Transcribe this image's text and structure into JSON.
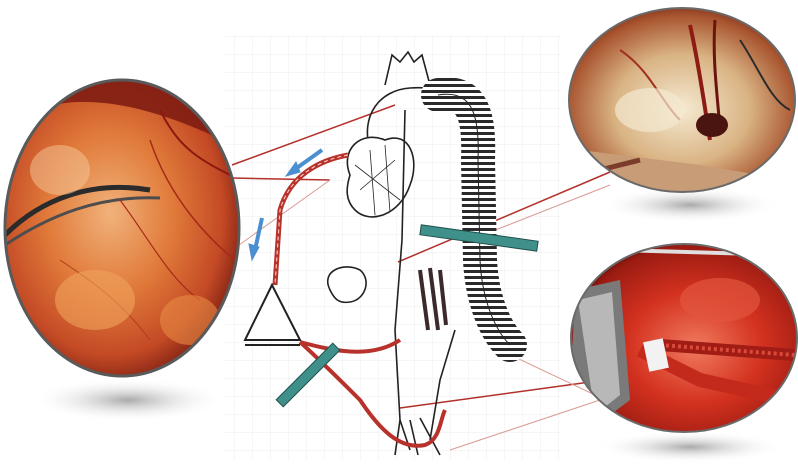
{
  "figure": {
    "description_visible_text": "",
    "panels": [
      {
        "id": "left-photo",
        "subject": "surgical-field-photo"
      },
      {
        "id": "top-right-photo",
        "subject": "surgical-field-photo"
      },
      {
        "id": "bottom-right-photo",
        "subject": "surgical-field-photo"
      }
    ],
    "diagram": {
      "subject": "heart-aorta-bypass-circuit-sketch"
    },
    "colors": {
      "tissue_red": "#c22a1f",
      "tissue_orange": "#e07a3a",
      "graft_red": "#b8322b",
      "clamp_teal": "#3f8f8a",
      "arrow_blue": "#4a8fd0",
      "leader_line": "#b3302a",
      "sketch_ink": "#222222"
    }
  }
}
